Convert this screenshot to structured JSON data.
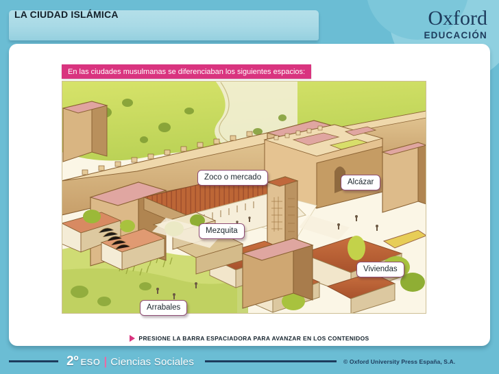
{
  "header": {
    "title": "LA CIUDAD ISLÁMICA",
    "logo": {
      "wordmark": "Oxford",
      "subtitle": "EDUCACIÓN"
    }
  },
  "main": {
    "intro_banner": "En las ciudades musulmanas se diferenciaban los siguientes espacios:",
    "illustration_alt": "Vista aérea ilustrada de una ciudad islámica medieval amurallada",
    "callouts": [
      {
        "id": "zoco",
        "label": "Zoco o mercado"
      },
      {
        "id": "alcazar",
        "label": "Alcázar"
      },
      {
        "id": "mezquita",
        "label": "Mezquita"
      },
      {
        "id": "viviendas",
        "label": "Viviendas"
      },
      {
        "id": "arrabales",
        "label": "Arrabales"
      }
    ],
    "instruction": "PRESIONE LA BARRA ESPACIADORA PARA AVANZAR EN LOS CONTENIDOS",
    "instruction_icon": "play-arrow-icon"
  },
  "footer": {
    "grade": "2º",
    "level": "ESO",
    "separator": "|",
    "subject": "Ciencias Sociales",
    "copyright": "© Oxford University Press España, S.A."
  },
  "colors": {
    "background_blue": "#6bbdd4",
    "header_panel_blue": "#aadae6",
    "accent_pink": "#d9347f",
    "navy": "#1d3b5c",
    "panel_white": "#ffffff",
    "callout_border": "#8e4c74"
  }
}
